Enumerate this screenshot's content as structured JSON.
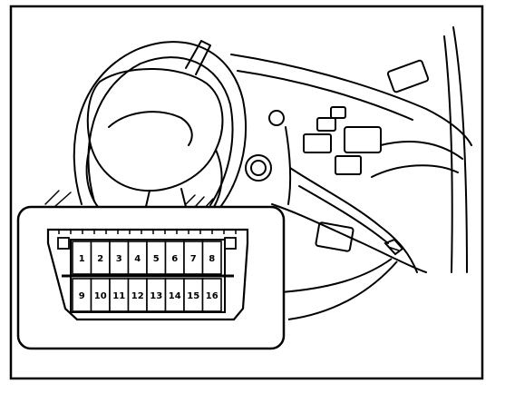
{
  "connector": {
    "top_row": [
      "1",
      "2",
      "3",
      "4",
      "5",
      "6",
      "7",
      "8"
    ],
    "bottom_row": [
      "9",
      "10",
      "11",
      "12",
      "13",
      "14",
      "15",
      "16"
    ]
  },
  "colors": {
    "ink": "#000000",
    "paper": "#ffffff"
  }
}
